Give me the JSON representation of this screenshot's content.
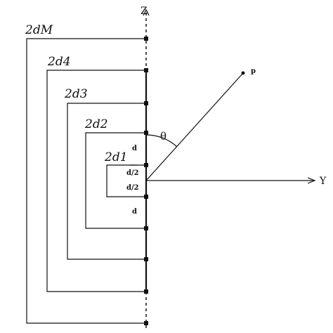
{
  "axes": {
    "z_label": "Z",
    "y_label": "Y"
  },
  "point": {
    "label": "p",
    "angle_label": "θ"
  },
  "brackets": [
    {
      "label": "2dM"
    },
    {
      "label": "2d4"
    },
    {
      "label": "2d3"
    },
    {
      "label": "2d2"
    },
    {
      "label": "2d1"
    }
  ],
  "spacing_labels": {
    "d_upper": "d",
    "half_upper": "d/2",
    "half_lower": "d/2",
    "d_lower": "d"
  }
}
